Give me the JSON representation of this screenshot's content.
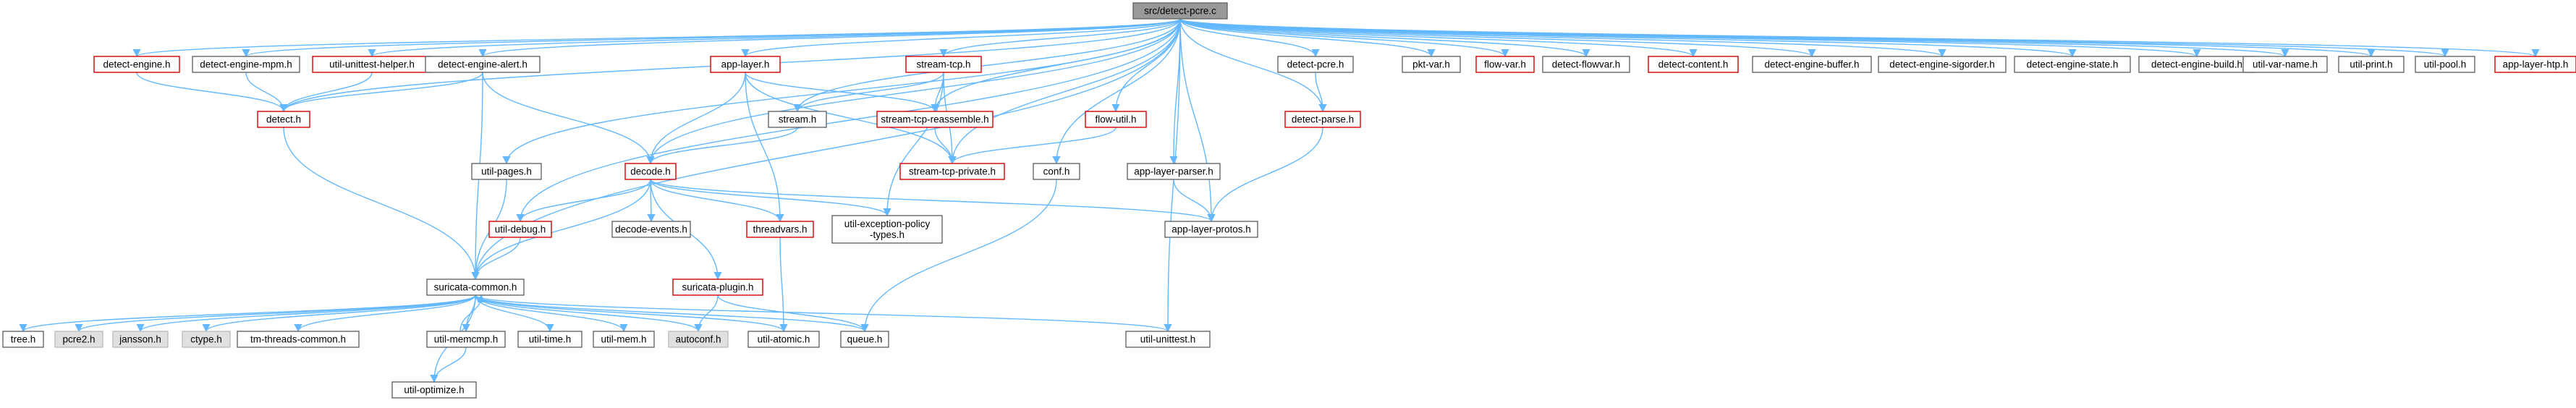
{
  "graph": {
    "colors": {
      "edge": "#63b8ff",
      "border_default": "#666666",
      "border_missing": "#d40000",
      "fill_default": "#ffffff",
      "fill_root": "#999999",
      "fill_unavailable": "#e0e0e0"
    },
    "nodes": [
      {
        "id": "root",
        "label": "src/detect-pcre.c",
        "style": "root"
      },
      {
        "id": "detect_engine_h",
        "label": "detect-engine.h",
        "style": "missing"
      },
      {
        "id": "detect_engine_mpm_h",
        "label": "detect-engine-mpm.h",
        "style": "normal"
      },
      {
        "id": "util_unittest_helper_h",
        "label": "util-unittest-helper.h",
        "style": "missing"
      },
      {
        "id": "detect_engine_alert_h",
        "label": "detect-engine-alert.h",
        "style": "normal"
      },
      {
        "id": "app_layer_h",
        "label": "app-layer.h",
        "style": "missing"
      },
      {
        "id": "stream_tcp_h",
        "label": "stream-tcp.h",
        "style": "missing"
      },
      {
        "id": "detect_pcre_h",
        "label": "detect-pcre.h",
        "style": "normal"
      },
      {
        "id": "pkt_var_h",
        "label": "pkt-var.h",
        "style": "normal"
      },
      {
        "id": "flow_var_h",
        "label": "flow-var.h",
        "style": "missing"
      },
      {
        "id": "detect_flowvar_h",
        "label": "detect-flowvar.h",
        "style": "normal"
      },
      {
        "id": "detect_content_h",
        "label": "detect-content.h",
        "style": "missing"
      },
      {
        "id": "detect_engine_buffer_h",
        "label": "detect-engine-buffer.h",
        "style": "normal"
      },
      {
        "id": "detect_engine_sigorder_h",
        "label": "detect-engine-sigorder.h",
        "style": "normal"
      },
      {
        "id": "detect_engine_state_h",
        "label": "detect-engine-state.h",
        "style": "normal"
      },
      {
        "id": "detect_engine_build_h",
        "label": "detect-engine-build.h",
        "style": "normal"
      },
      {
        "id": "util_var_name_h",
        "label": "util-var-name.h",
        "style": "normal"
      },
      {
        "id": "util_print_h",
        "label": "util-print.h",
        "style": "normal"
      },
      {
        "id": "util_pool_h",
        "label": "util-pool.h",
        "style": "normal"
      },
      {
        "id": "app_layer_htp_h",
        "label": "app-layer-htp.h",
        "style": "missing"
      },
      {
        "id": "detect_h",
        "label": "detect.h",
        "style": "missing"
      },
      {
        "id": "stream_h",
        "label": "stream.h",
        "style": "normal"
      },
      {
        "id": "stream_tcp_reassemble_h",
        "label": "stream-tcp-reassemble.h",
        "style": "missing"
      },
      {
        "id": "flow_util_h",
        "label": "flow-util.h",
        "style": "missing"
      },
      {
        "id": "detect_parse_h",
        "label": "detect-parse.h",
        "style": "missing"
      },
      {
        "id": "stream_tcp_private_h",
        "label": "stream-tcp-private.h",
        "style": "missing"
      },
      {
        "id": "util_pages_h",
        "label": "util-pages.h",
        "style": "normal"
      },
      {
        "id": "decode_h",
        "label": "decode.h",
        "style": "missing"
      },
      {
        "id": "conf_h",
        "label": "conf.h",
        "style": "normal"
      },
      {
        "id": "app_layer_parser_h",
        "label": "app-layer-parser.h",
        "style": "normal"
      },
      {
        "id": "util_debug_h",
        "label": "util-debug.h",
        "style": "missing"
      },
      {
        "id": "decode_events_h",
        "label": "decode-events.h",
        "style": "normal"
      },
      {
        "id": "threadvars_h",
        "label": "threadvars.h",
        "style": "missing"
      },
      {
        "id": "util_exception_policy_types_h",
        "label": "util-exception-policy\n-types.h",
        "style": "normal"
      },
      {
        "id": "app_layer_protos_h",
        "label": "app-layer-protos.h",
        "style": "normal"
      },
      {
        "id": "suricata_plugin_h",
        "label": "suricata-plugin.h",
        "style": "missing"
      },
      {
        "id": "suricata_common_h",
        "label": "suricata-common.h",
        "style": "normal"
      },
      {
        "id": "tree_h",
        "label": "tree.h",
        "style": "normal"
      },
      {
        "id": "pcre2_h",
        "label": "pcre2.h",
        "style": "unavailable"
      },
      {
        "id": "jansson_h",
        "label": "jansson.h",
        "style": "unavailable"
      },
      {
        "id": "ctype_h",
        "label": "ctype.h",
        "style": "unavailable"
      },
      {
        "id": "tm_threads_common_h",
        "label": "tm-threads-common.h",
        "style": "normal"
      },
      {
        "id": "util_memcmp_h",
        "label": "util-memcmp.h",
        "style": "normal"
      },
      {
        "id": "util_time_h",
        "label": "util-time.h",
        "style": "normal"
      },
      {
        "id": "util_mem_h",
        "label": "util-mem.h",
        "style": "normal"
      },
      {
        "id": "autoconf_h",
        "label": "autoconf.h",
        "style": "unavailable"
      },
      {
        "id": "util_atomic_h",
        "label": "util-atomic.h",
        "style": "normal"
      },
      {
        "id": "queue_h",
        "label": "queue.h",
        "style": "normal"
      },
      {
        "id": "util_unittest_h",
        "label": "util-unittest.h",
        "style": "normal"
      },
      {
        "id": "util_optimize_h",
        "label": "util-optimize.h",
        "style": "normal"
      }
    ],
    "edges": [
      [
        "root",
        "detect_engine_h"
      ],
      [
        "root",
        "detect_engine_mpm_h"
      ],
      [
        "root",
        "util_unittest_helper_h"
      ],
      [
        "root",
        "detect_engine_alert_h"
      ],
      [
        "root",
        "app_layer_h"
      ],
      [
        "root",
        "stream_tcp_h"
      ],
      [
        "root",
        "detect_pcre_h"
      ],
      [
        "root",
        "pkt_var_h"
      ],
      [
        "root",
        "flow_var_h"
      ],
      [
        "root",
        "detect_flowvar_h"
      ],
      [
        "root",
        "detect_content_h"
      ],
      [
        "root",
        "detect_engine_buffer_h"
      ],
      [
        "root",
        "detect_engine_sigorder_h"
      ],
      [
        "root",
        "detect_engine_state_h"
      ],
      [
        "root",
        "detect_engine_build_h"
      ],
      [
        "root",
        "util_var_name_h"
      ],
      [
        "root",
        "util_print_h"
      ],
      [
        "root",
        "util_pool_h"
      ],
      [
        "root",
        "app_layer_htp_h"
      ],
      [
        "root",
        "detect_h"
      ],
      [
        "root",
        "suricata_common_h"
      ],
      [
        "root",
        "util_pages_h"
      ],
      [
        "root",
        "util_debug_h"
      ],
      [
        "root",
        "decode_h"
      ],
      [
        "root",
        "stream_h"
      ],
      [
        "root",
        "stream_tcp_reassemble_h"
      ],
      [
        "root",
        "stream_tcp_private_h"
      ],
      [
        "root",
        "flow_util_h"
      ],
      [
        "root",
        "conf_h"
      ],
      [
        "root",
        "app_layer_parser_h"
      ],
      [
        "root",
        "app_layer_protos_h"
      ],
      [
        "root",
        "detect_parse_h"
      ],
      [
        "root",
        "util_unittest_h"
      ],
      [
        "detect_engine_h",
        "detect_h"
      ],
      [
        "detect_engine_mpm_h",
        "detect_h"
      ],
      [
        "util_unittest_helper_h",
        "detect_h"
      ],
      [
        "detect_engine_alert_h",
        "detect_h"
      ],
      [
        "detect_engine_alert_h",
        "decode_h"
      ],
      [
        "detect_engine_alert_h",
        "suricata_common_h"
      ],
      [
        "detect_h",
        "suricata_common_h"
      ],
      [
        "app_layer_h",
        "decode_h"
      ],
      [
        "app_layer_h",
        "threadvars_h"
      ],
      [
        "app_layer_h",
        "stream_tcp_reassemble_h"
      ],
      [
        "app_layer_h",
        "stream_tcp_private_h"
      ],
      [
        "stream_tcp_h",
        "stream_h"
      ],
      [
        "stream_tcp_h",
        "stream_tcp_reassemble_h"
      ],
      [
        "stream_tcp_h",
        "stream_tcp_private_h"
      ],
      [
        "stream_tcp_h",
        "util_exception_policy_types_h"
      ],
      [
        "stream_h",
        "decode_h"
      ],
      [
        "stream_tcp_reassemble_h",
        "stream_tcp_private_h"
      ],
      [
        "flow_util_h",
        "stream_tcp_private_h"
      ],
      [
        "detect_pcre_h",
        "detect_parse_h"
      ],
      [
        "detect_parse_h",
        "app_layer_protos_h"
      ],
      [
        "util_pages_h",
        "suricata_common_h"
      ],
      [
        "decode_h",
        "util_debug_h"
      ],
      [
        "decode_h",
        "decode_events_h"
      ],
      [
        "decode_h",
        "threadvars_h"
      ],
      [
        "decode_h",
        "util_exception_policy_types_h"
      ],
      [
        "decode_h",
        "app_layer_protos_h"
      ],
      [
        "decode_h",
        "suricata_plugin_h"
      ],
      [
        "decode_h",
        "suricata_common_h"
      ],
      [
        "util_debug_h",
        "suricata_common_h"
      ],
      [
        "threadvars_h",
        "util_atomic_h"
      ],
      [
        "suricata_plugin_h",
        "autoconf_h"
      ],
      [
        "suricata_plugin_h",
        "queue_h"
      ],
      [
        "conf_h",
        "queue_h"
      ],
      [
        "app_layer_parser_h",
        "app_layer_protos_h"
      ],
      [
        "suricata_common_h",
        "tree_h"
      ],
      [
        "suricata_common_h",
        "pcre2_h"
      ],
      [
        "suricata_common_h",
        "jansson_h"
      ],
      [
        "suricata_common_h",
        "ctype_h"
      ],
      [
        "suricata_common_h",
        "tm_threads_common_h"
      ],
      [
        "suricata_common_h",
        "util_memcmp_h"
      ],
      [
        "suricata_common_h",
        "util_optimize_h"
      ],
      [
        "suricata_common_h",
        "util_time_h"
      ],
      [
        "suricata_common_h",
        "util_mem_h"
      ],
      [
        "suricata_common_h",
        "autoconf_h"
      ],
      [
        "suricata_common_h",
        "util_atomic_h"
      ],
      [
        "suricata_common_h",
        "queue_h"
      ],
      [
        "suricata_common_h",
        "util_unittest_h"
      ],
      [
        "util_memcmp_h",
        "suricata_common_h"
      ],
      [
        "util_memcmp_h",
        "util_optimize_h"
      ]
    ]
  }
}
